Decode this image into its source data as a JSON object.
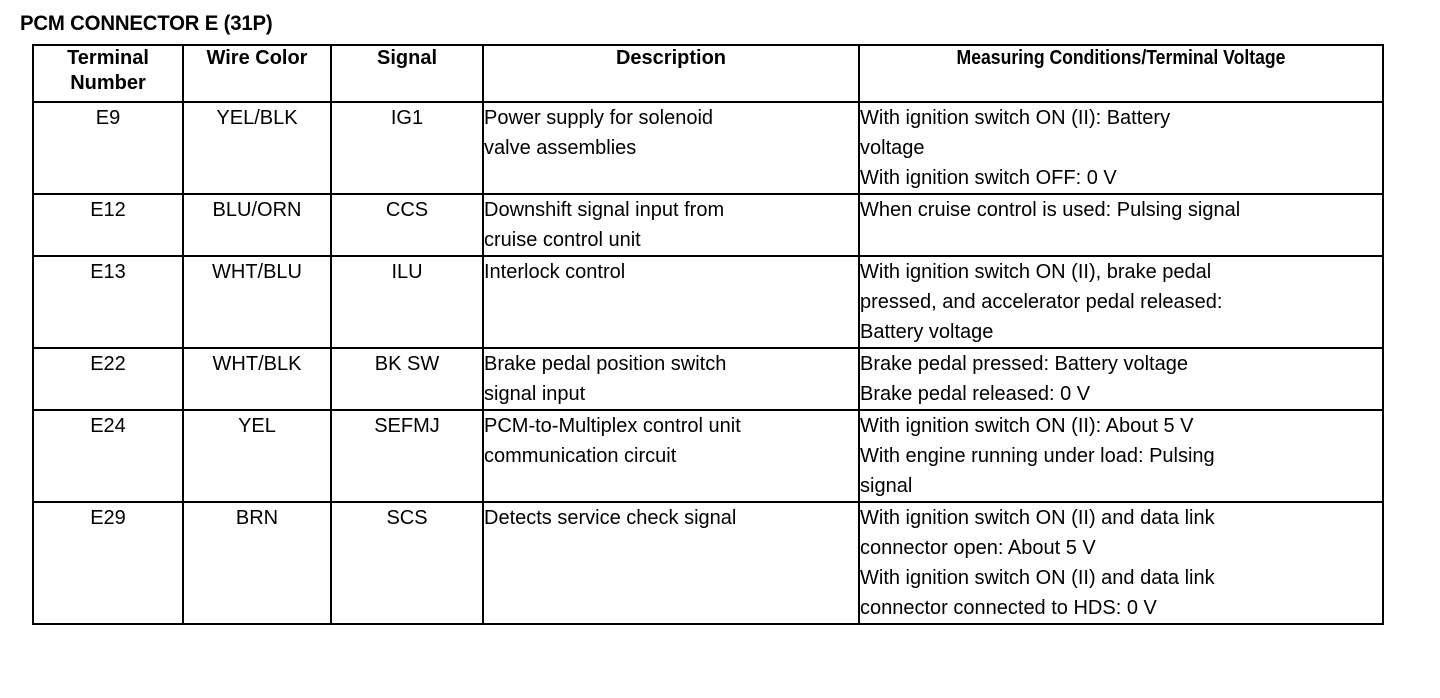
{
  "document": {
    "title": "PCM CONNECTOR E (31P)"
  },
  "table": {
    "headers": {
      "terminal_number_line1": "Terminal",
      "terminal_number_line2": "Number",
      "wire_color": "Wire Color",
      "signal": "Signal",
      "description": "Description",
      "measuring_conditions": "Measuring Conditions/Terminal Voltage"
    },
    "rows": [
      {
        "terminal": "E9",
        "wire_color": "YEL/BLK",
        "signal": "IG1",
        "description_lines": [
          "Power supply for solenoid",
          "valve assemblies"
        ],
        "measuring_lines": [
          "With ignition switch ON (II): Battery",
          "voltage",
          "With ignition switch OFF: 0 V"
        ]
      },
      {
        "terminal": "E12",
        "wire_color": "BLU/ORN",
        "signal": "CCS",
        "description_lines": [
          "Downshift signal input from",
          "cruise control unit"
        ],
        "measuring_lines": [
          "When cruise control is used: Pulsing signal"
        ]
      },
      {
        "terminal": "E13",
        "wire_color": "WHT/BLU",
        "signal": "ILU",
        "description_lines": [
          "Interlock control"
        ],
        "measuring_lines": [
          "With ignition switch ON (II), brake pedal",
          "pressed, and accelerator pedal released:",
          "Battery voltage"
        ]
      },
      {
        "terminal": "E22",
        "wire_color": "WHT/BLK",
        "signal": "BK SW",
        "description_lines": [
          "Brake pedal position switch",
          "signal input"
        ],
        "measuring_lines": [
          "Brake pedal pressed: Battery voltage",
          "Brake pedal released: 0 V"
        ]
      },
      {
        "terminal": "E24",
        "wire_color": "YEL",
        "signal": "SEFMJ",
        "description_lines": [
          "PCM-to-Multiplex control unit",
          "communication circuit"
        ],
        "measuring_lines": [
          "With ignition switch ON (II): About 5 V",
          "With engine running under load: Pulsing",
          "signal"
        ]
      },
      {
        "terminal": "E29",
        "wire_color": "BRN",
        "signal": "SCS",
        "description_lines": [
          "Detects service check signal"
        ],
        "measuring_lines": [
          "With ignition switch ON (II) and data link",
          "connector open: About 5 V",
          "With ignition switch ON (II) and data link",
          "connector connected to HDS: 0 V"
        ]
      }
    ]
  },
  "colors": {
    "ink": "#000000",
    "paper": "#ffffff"
  }
}
